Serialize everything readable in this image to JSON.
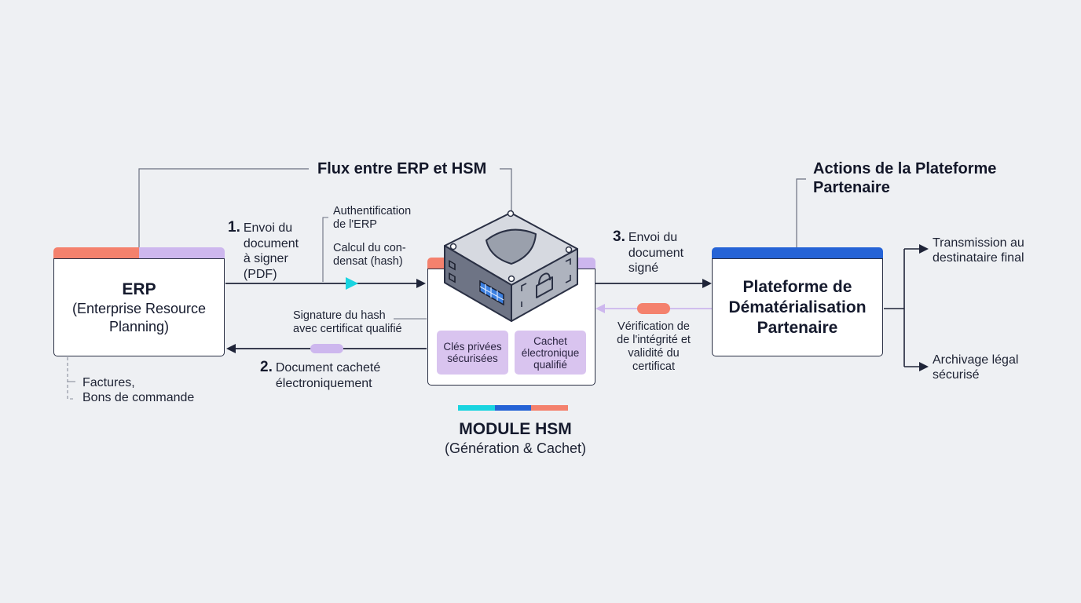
{
  "colors": {
    "coral": "#f4816d",
    "lavender": "#cdb7ee",
    "blue": "#2563d6",
    "cyan": "#19d4e0",
    "dark": "#1f2438"
  },
  "icons": [
    "shield-icon",
    "lock-icon",
    "server-cube-icon"
  ],
  "flux_title": "Flux entre ERP et HSM",
  "actions_title_line1": "Actions de la Plateforme",
  "actions_title_line2": "Partenaire",
  "erp": {
    "title": "ERP",
    "sub1": "(Enterprise Resource",
    "sub2": "Planning)",
    "note1": "Factures,",
    "note2": "Bons de commande"
  },
  "step1": {
    "num": "1.",
    "line1": "Envoi du",
    "line2": "document",
    "line3": "à signer",
    "line4": "(PDF)"
  },
  "auth": {
    "line1": "Authentification",
    "line2": "de l'ERP"
  },
  "calc": {
    "line1": "Calcul du con-",
    "line2": "densat (hash)"
  },
  "sig": {
    "line1": "Signature du hash",
    "line2": "avec certificat qualifié"
  },
  "step2": {
    "num": "2.",
    "line1": "Document cacheté",
    "line2": "électroniquement"
  },
  "hsm": {
    "chip1_line1": "Clés privées",
    "chip1_line2": "sécurisées",
    "chip2_line1": "Cachet",
    "chip2_line2": "électronique",
    "chip2_line3": "qualifié",
    "title": "MODULE HSM",
    "subtitle": "(Génération & Cachet)"
  },
  "step3": {
    "num": "3.",
    "line1": "Envoi du",
    "line2": "document",
    "line3": "signé"
  },
  "verif": {
    "line1": "Vérification de",
    "line2": "de l'intégrité et",
    "line3": "validité du",
    "line4": "certificat"
  },
  "platform": {
    "line1": "Plateforme de",
    "line2": "Dématérialisation",
    "line3": "Partenaire"
  },
  "out1": {
    "line1": "Transmission au",
    "line2": "destinataire final"
  },
  "out2": {
    "line1": "Archivage légal",
    "line2": "sécurisé"
  }
}
